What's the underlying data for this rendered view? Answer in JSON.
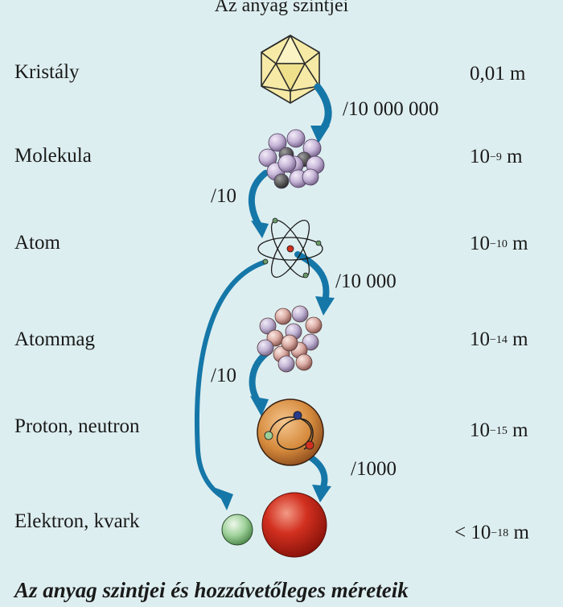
{
  "title": "Az anyag szintjei",
  "levels": [
    {
      "name": "Kristály",
      "size": "0,01 m"
    },
    {
      "name": "Molekula",
      "size_base": "10",
      "size_exp": "−9",
      "size_unit": "m"
    },
    {
      "name": "Atom",
      "size_base": "10",
      "size_exp": "−10",
      "size_unit": "m"
    },
    {
      "name": "Atommag",
      "size_base": "10",
      "size_exp": "−14",
      "size_unit": "m"
    },
    {
      "name": "Proton, neutron",
      "size_base": "10",
      "size_exp": "−15",
      "size_unit": "m"
    },
    {
      "name": "Elektron, kvark",
      "size_prefix": "<",
      "size_base": "10",
      "size_exp": "−18",
      "size_unit": "m"
    }
  ],
  "ratios": [
    "/10 000 000",
    "/10",
    "/10 000",
    "/10",
    "/1000"
  ],
  "caption": "Az anyag szintjei és hozzávetőleges méreteik",
  "colors": {
    "background": "#ddeef0",
    "arrow": "#1577a8",
    "crystal": "#f6eaa6",
    "molecule": "#c9b8d8",
    "nucleon_pink": "#d9a8a0",
    "proton_ball": "#d9883a",
    "electron": "#9ccf98",
    "quark": "#d03020"
  }
}
